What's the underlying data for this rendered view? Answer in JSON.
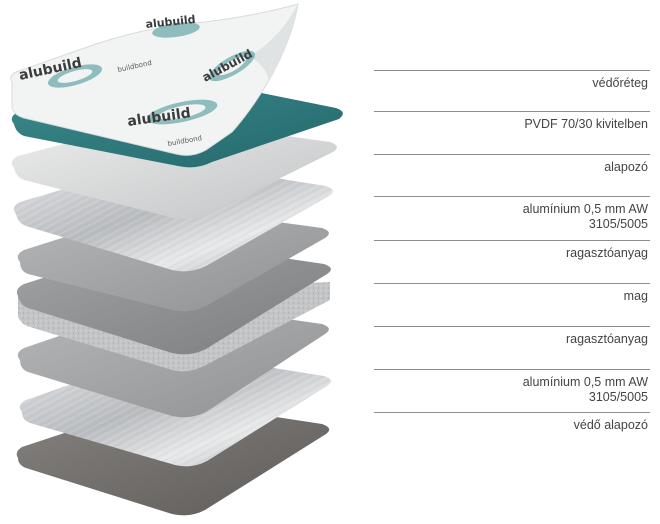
{
  "layers": [
    {
      "label": "védőréteg"
    },
    {
      "label": "PVDF 70/30 kivitelben"
    },
    {
      "label": "alapozó"
    },
    {
      "label": "alumínium 0,5 mm AW\n3105/5005"
    },
    {
      "label": "ragasztóanyag"
    },
    {
      "label": "mag"
    },
    {
      "label": "ragasztóanyag"
    },
    {
      "label": "alumínium 0,5 mm AW\n3105/5005"
    },
    {
      "label": "védő alapozó"
    }
  ],
  "film_print": {
    "brand": "alubuild",
    "sub_brand": "buildbond"
  },
  "colors": {
    "film": "#f3f5f5",
    "film_print": "#3e8f90",
    "paint": "#2f7c7f",
    "primer": "#d9dbdc",
    "aluminium": "#c7c9cb",
    "adhesive": "#a9abad",
    "core_top": "#8e9092",
    "core_edge": "#bdbfc0",
    "back_primer": "#6f6c69",
    "divider": "#8c8c8c",
    "label_text": "#444444"
  }
}
